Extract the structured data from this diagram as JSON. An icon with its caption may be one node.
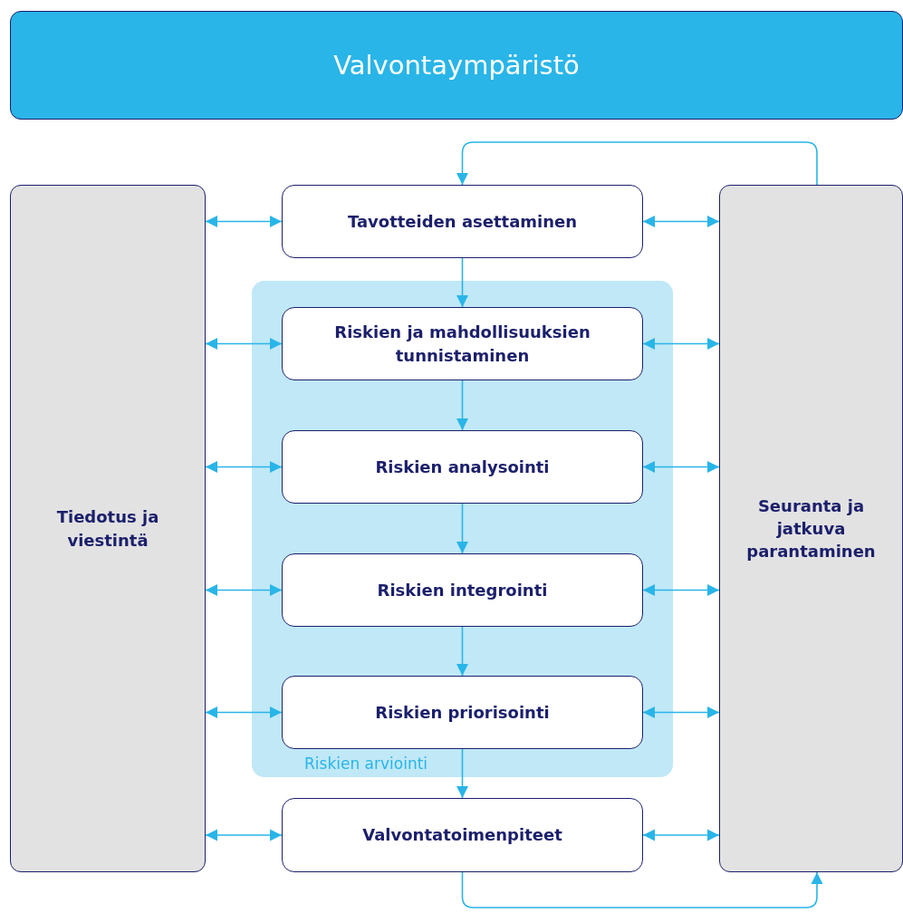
{
  "diagram": {
    "nodes": [
      {
        "text": [
          "Valvontaympäristö"
        ]
      },
      {
        "text": [
          "Tiedotus ja viestintä"
        ]
      },
      {
        "text": [
          "Tavotteiden asettaminen"
        ]
      },
      {
        "text": [
          "Riskien arviointi"
        ]
      },
      {
        "text": [
          "Riskien ja mahdollisuuksien tunnistaminen"
        ],
        "in": 3
      },
      {
        "text": [
          "Riskien analysointi"
        ],
        "in": 3
      },
      {
        "text": [
          "Riskien integrointi"
        ],
        "in": 3
      },
      {
        "text": [
          "Riskien priorisointi"
        ],
        "in": 3
      },
      {
        "text": [
          "Valvontatoimenpiteet"
        ]
      },
      {
        "text": [
          "Seuranta ja jatkuva parantaminen"
        ]
      }
    ],
    "edges": [
      {
        "from": 2,
        "to": 4,
        "arrow": "to"
      },
      {
        "from": 4,
        "to": 5,
        "arrow": "to"
      },
      {
        "from": 5,
        "to": 6,
        "arrow": "to"
      },
      {
        "from": 6,
        "to": 7,
        "arrow": "to"
      },
      {
        "from": 7,
        "to": 8,
        "arrow": "to"
      },
      {
        "from": 9,
        "to": 2,
        "arrow": "to"
      },
      {
        "from": 8,
        "to": 9,
        "arrow": "to"
      },
      {
        "from": 1,
        "to": 2,
        "arrow": "both"
      },
      {
        "from": 1,
        "to": 4,
        "arrow": "both"
      },
      {
        "from": 1,
        "to": 5,
        "arrow": "both"
      },
      {
        "from": 1,
        "to": 6,
        "arrow": "both"
      },
      {
        "from": 1,
        "to": 7,
        "arrow": "both"
      },
      {
        "from": 1,
        "to": 8,
        "arrow": "both"
      },
      {
        "from": 2,
        "to": 9,
        "arrow": "both"
      },
      {
        "from": 4,
        "to": 9,
        "arrow": "both"
      },
      {
        "from": 5,
        "to": 9,
        "arrow": "both"
      },
      {
        "from": 6,
        "to": 9,
        "arrow": "both"
      },
      {
        "from": 7,
        "to": 9,
        "arrow": "both"
      },
      {
        "from": 8,
        "to": 9,
        "arrow": "both"
      }
    ]
  }
}
